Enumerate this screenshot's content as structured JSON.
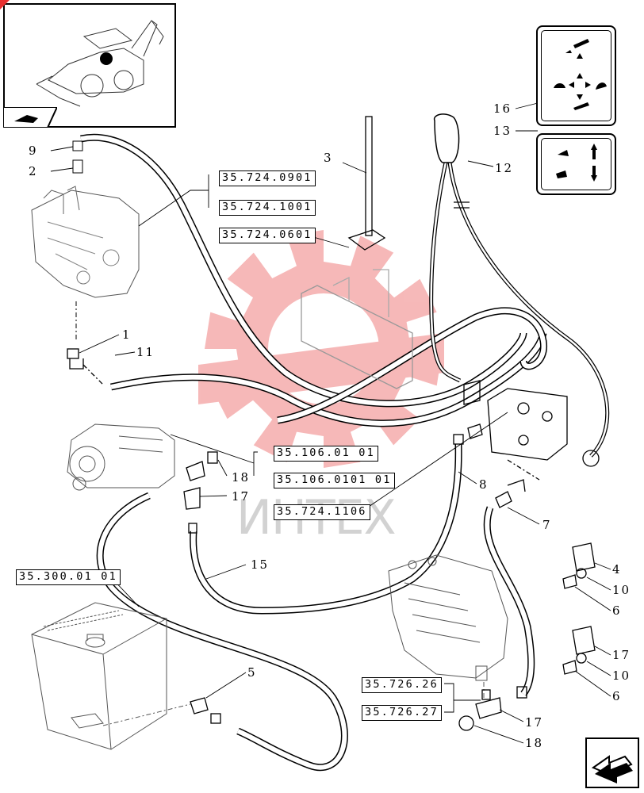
{
  "watermark": {
    "text": "ИНТЕХ",
    "color": "#e84848"
  },
  "reference_boxes": [
    {
      "id": "ref-1",
      "label": "35.724.0901"
    },
    {
      "id": "ref-2",
      "label": "35.724.1001"
    },
    {
      "id": "ref-3",
      "label": "35.724.0601"
    },
    {
      "id": "ref-4",
      "label": "35.106.01 01"
    },
    {
      "id": "ref-5",
      "label": "35.106.0101 01"
    },
    {
      "id": "ref-6",
      "label": "35.724.1106"
    },
    {
      "id": "ref-7",
      "label": "35.300.01 01"
    },
    {
      "id": "ref-8",
      "label": "35.726.26"
    },
    {
      "id": "ref-9",
      "label": "35.726.27"
    }
  ],
  "callouts": {
    "c9": "9",
    "c2": "2",
    "c3": "3",
    "c12": "12",
    "c16": "16",
    "c13": "13",
    "c1": "1",
    "c11": "11",
    "c18a": "18",
    "c17a": "17",
    "c8": "8",
    "c7": "7",
    "c15": "15",
    "c4": "4",
    "c10a": "10",
    "c6a": "6",
    "c17b": "17",
    "c10b": "10",
    "c6b": "6",
    "c5": "5",
    "c17c": "17",
    "c18b": "18"
  },
  "icons": [
    "machine-thumbnail",
    "page-flip-icon",
    "control-pattern-decal-16",
    "control-pattern-decal-13",
    "next-page-arrow-icon"
  ]
}
